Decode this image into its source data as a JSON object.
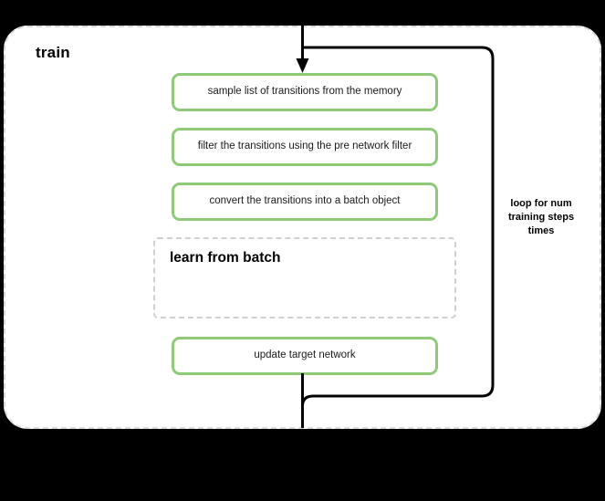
{
  "diagram": {
    "title": "train",
    "accent_color": "#8ecb77",
    "container_border_color": "#d9d9d9",
    "connector_color": "#000000",
    "background": "#ffffff",
    "page_background": "#000000"
  },
  "steps": [
    {
      "id": "sample",
      "label": "sample list of transitions from the memory"
    },
    {
      "id": "filter",
      "label": "filter the transitions using the pre network filter"
    },
    {
      "id": "convert",
      "label": "convert the transitions into a batch object"
    },
    {
      "id": "update",
      "label": "update target network"
    }
  ],
  "subblock": {
    "title": "learn from batch",
    "style": "dashed"
  },
  "loop": {
    "label": "loop for num training steps times",
    "direction": "bottom-to-top"
  },
  "connectors": {
    "inlet_arrow": "arrow-down-into-sample",
    "loop_path": "update-bottom-right-up-to-inlet",
    "outlet": "line-down-from-update"
  }
}
